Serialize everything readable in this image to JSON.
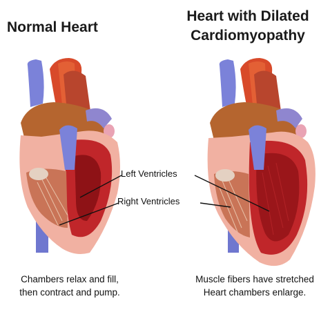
{
  "titles": {
    "left": "Normal Heart",
    "right_line1": "Heart with Dilated",
    "right_line2": "Cardiomyopathy"
  },
  "labels": {
    "left_ventricles": "Left Ventricles",
    "right_ventricles": "Right Ventricles"
  },
  "captions": {
    "left_line1": "Chambers relax and fill,",
    "left_line2": "then contract and pump.",
    "right_line1": "Muscle fibers have stretched",
    "right_line2": "Heart chambers enlarge."
  },
  "colors": {
    "vein_blue": "#7b82d9",
    "aorta_red": "#d84a2a",
    "muscle_red": "#c0262a",
    "chamber_dark": "#8e1216",
    "tissue_pink": "#f1b1a2",
    "atrium_tan": "#b5652f"
  }
}
